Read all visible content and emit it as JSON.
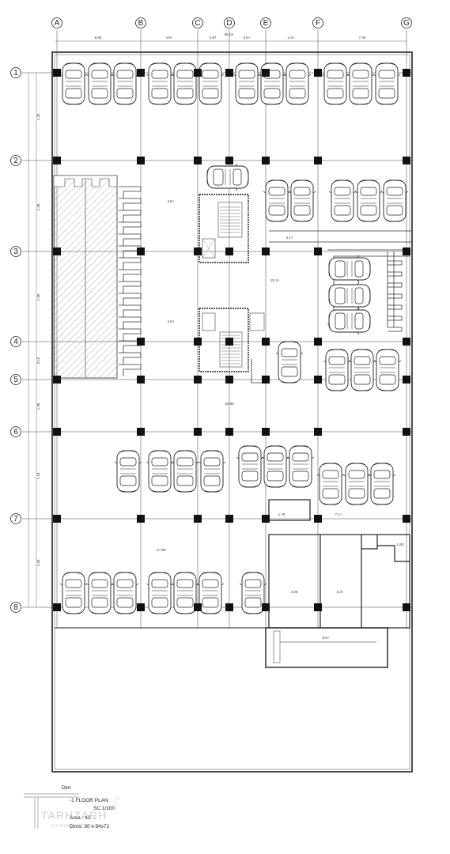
{
  "grid": {
    "columns": [
      "A",
      "B",
      "C",
      "D",
      "E",
      "F",
      "G"
    ],
    "rows": [
      "1",
      "2",
      "3",
      "4",
      "5",
      "6",
      "7",
      "8"
    ]
  },
  "top_dims": [
    "6.93",
    "4.8+",
    "2.87",
    "3.6+",
    "4.3+",
    "7.40"
  ],
  "top_total": "29.13",
  "side_dims": [
    "1.20",
    "1.48",
    "1.60",
    "3.15",
    "1.98",
    "1.18",
    "1.40"
  ],
  "interior_dims": [
    "4.8+",
    "4.8+",
    "4.17",
    "22.2+",
    "29.80",
    "17.56",
    "4.28",
    "3.3+",
    "9.6+",
    "1.78",
    "7.1+",
    "1.60"
  ],
  "footer": {
    "dim_label": "Dim",
    "plan_title": "-1 FLOOR PLAN",
    "scale": "SC:1/100",
    "area_line": "Area : 42 ...",
    "dims_line": "Dims: 30 x 34x72",
    "brand": "TARHZARH",
    "brand_sub": "ALL RIGHTS RESERVED",
    "copyright": "©"
  }
}
